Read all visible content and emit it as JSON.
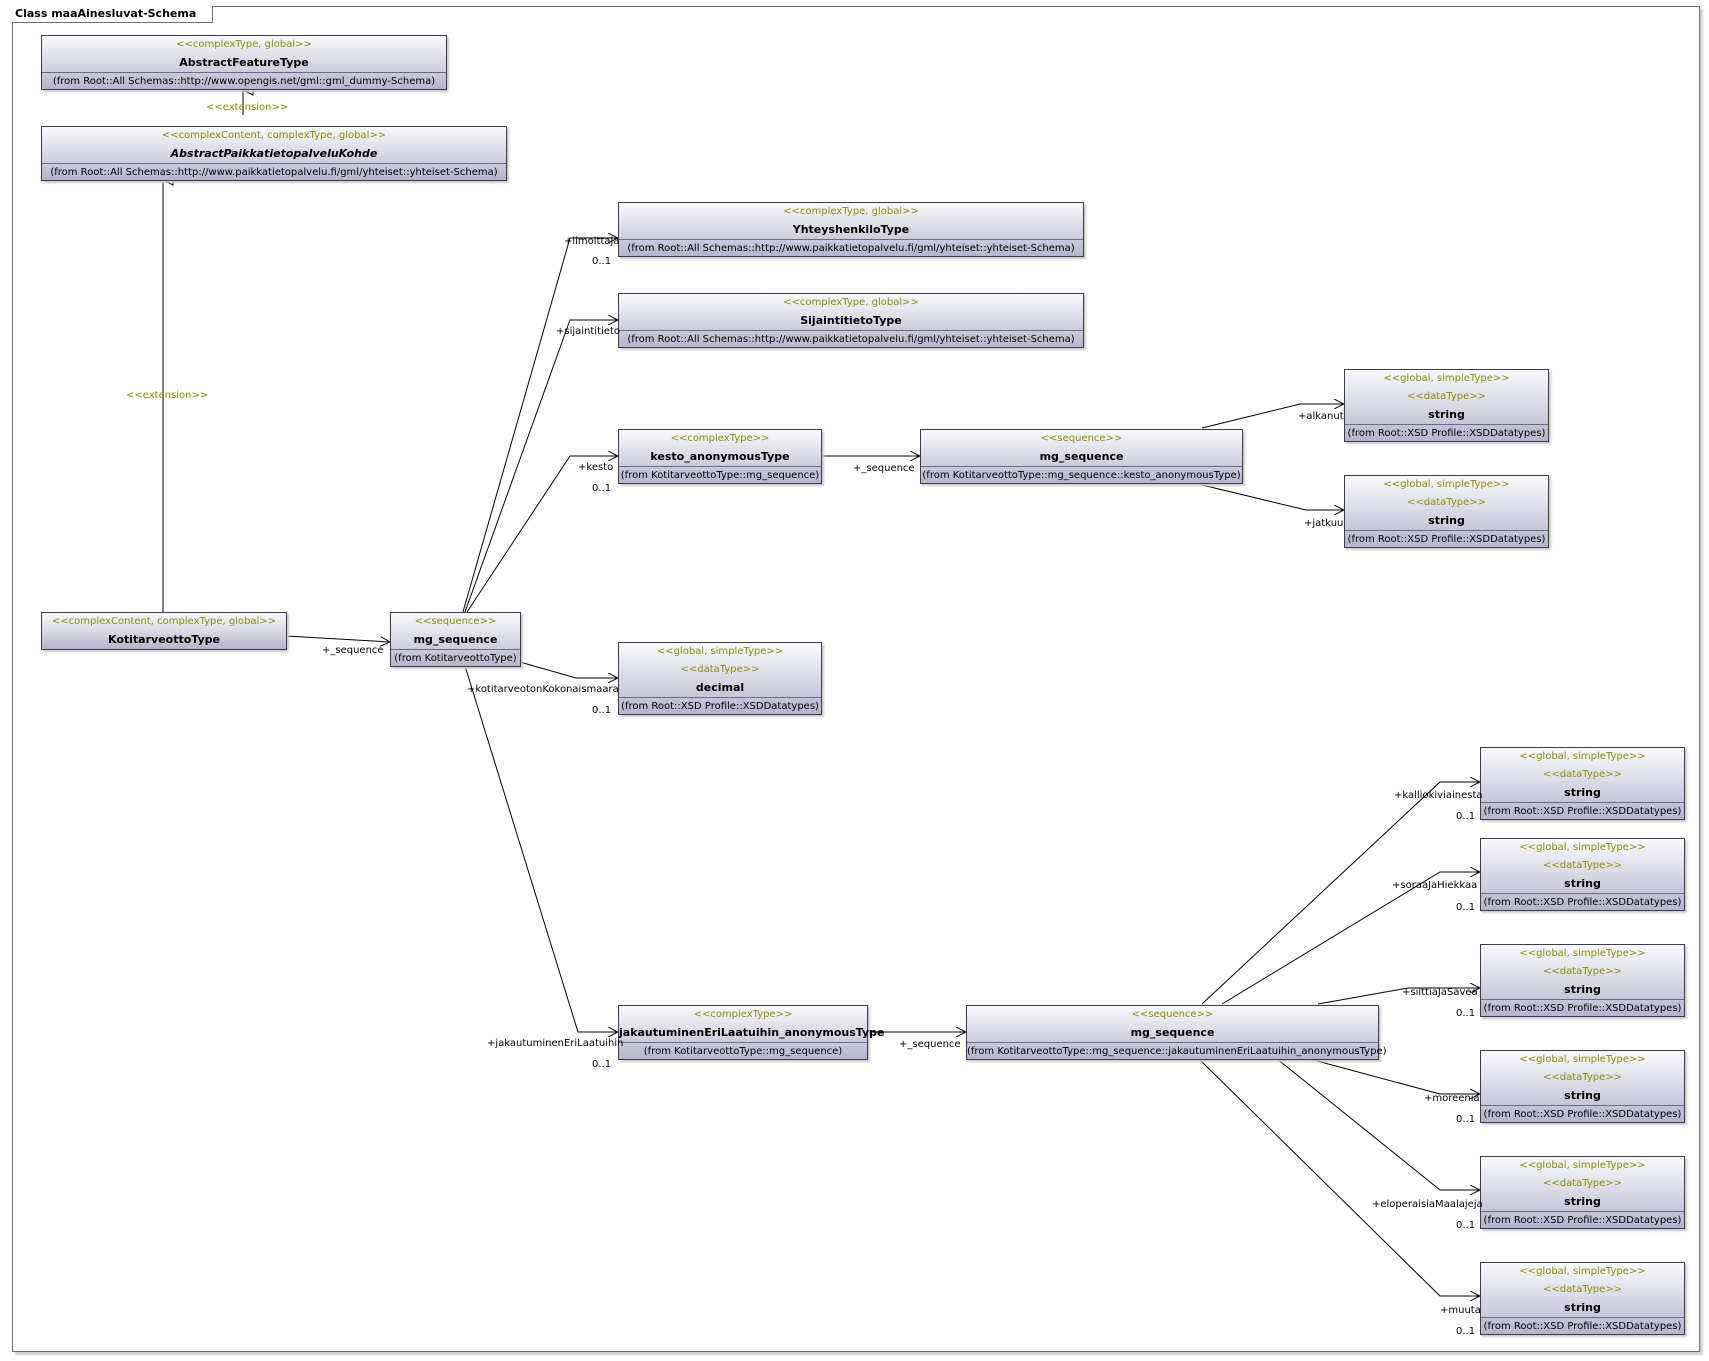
{
  "diagram_title": "Class maaAinesluvat-Schema",
  "classes": {
    "abstract_feature": {
      "stereotypes": [
        "<<complexType, global>>"
      ],
      "name": "AbstractFeatureType",
      "from": "(from Root::All Schemas::http://www.opengis.net/gml::gml_dummy-Schema)"
    },
    "abstract_paikka": {
      "stereotypes": [
        "<<complexContent, complexType, global>>"
      ],
      "name": "AbstractPaikkatietopalveluKohde",
      "from": "(from Root::All Schemas::http://www.paikkatietopalvelu.fi/gml/yhteiset::yhteiset-Schema)"
    },
    "kotitarveotto": {
      "stereotypes": [
        "<<complexContent, complexType, global>>"
      ],
      "name": "KotitarveottoType",
      "from": ""
    },
    "mg_sequence_main": {
      "stereotypes": [
        "<<sequence>>"
      ],
      "name": "mg_sequence",
      "from": "(from KotitarveottoType)"
    },
    "yhteyshenkilo": {
      "stereotypes": [
        "<<complexType, global>>"
      ],
      "name": "YhteyshenkiloType",
      "from": "(from Root::All Schemas::http://www.paikkatietopalvelu.fi/gml/yhteiset::yhteiset-Schema)"
    },
    "sijaintitieto": {
      "stereotypes": [
        "<<complexType, global>>"
      ],
      "name": "SijaintitietoType",
      "from": "(from Root::All Schemas::http://www.paikkatietopalvelu.fi/gml/yhteiset::yhteiset-Schema)"
    },
    "kesto_anon": {
      "stereotypes": [
        "<<complexType>>"
      ],
      "name": "kesto_anonymousType",
      "from": "(from KotitarveottoType::mg_sequence)"
    },
    "mg_sequence_kesto": {
      "stereotypes": [
        "<<sequence>>"
      ],
      "name": "mg_sequence",
      "from": "(from KotitarveottoType::mg_sequence::kesto_anonymousType)"
    },
    "string_alkanut": {
      "stereotypes": [
        "<<global, simpleType>>",
        "<<dataType>>"
      ],
      "name": "string",
      "from": "(from Root::XSD Profile::XSDDatatypes)"
    },
    "string_jatkuu": {
      "stereotypes": [
        "<<global, simpleType>>",
        "<<dataType>>"
      ],
      "name": "string",
      "from": "(from Root::XSD Profile::XSDDatatypes)"
    },
    "decimal": {
      "stereotypes": [
        "<<global, simpleType>>",
        "<<dataType>>"
      ],
      "name": "decimal",
      "from": "(from Root::XSD Profile::XSDDatatypes)"
    },
    "jakautuminen_anon": {
      "stereotypes": [
        "<<complexType>>"
      ],
      "name": "jakautuminenEriLaatuihin_anonymousType",
      "from": "(from KotitarveottoType::mg_sequence)"
    },
    "mg_sequence_jak": {
      "stereotypes": [
        "<<sequence>>"
      ],
      "name": "mg_sequence",
      "from": "(from KotitarveottoType::mg_sequence::jakautuminenEriLaatuihin_anonymousType)"
    },
    "string_kallio": {
      "stereotypes": [
        "<<global, simpleType>>",
        "<<dataType>>"
      ],
      "name": "string",
      "from": "(from Root::XSD Profile::XSDDatatypes)"
    },
    "string_soraa": {
      "stereotypes": [
        "<<global, simpleType>>",
        "<<dataType>>"
      ],
      "name": "string",
      "from": "(from Root::XSD Profile::XSDDatatypes)"
    },
    "string_silttia": {
      "stereotypes": [
        "<<global, simpleType>>",
        "<<dataType>>"
      ],
      "name": "string",
      "from": "(from Root::XSD Profile::XSDDatatypes)"
    },
    "string_moreenia": {
      "stereotypes": [
        "<<global, simpleType>>",
        "<<dataType>>"
      ],
      "name": "string",
      "from": "(from Root::XSD Profile::XSDDatatypes)"
    },
    "string_eloper": {
      "stereotypes": [
        "<<global, simpleType>>",
        "<<dataType>>"
      ],
      "name": "string",
      "from": "(from Root::XSD Profile::XSDDatatypes)"
    },
    "string_muuta": {
      "stereotypes": [
        "<<global, simpleType>>",
        "<<dataType>>"
      ],
      "name": "string",
      "from": "(from Root::XSD Profile::XSDDatatypes)"
    }
  },
  "labels": {
    "ext1": "<<extension>>",
    "ext2": "<<extension>>",
    "seq_main": "+_sequence",
    "ilmoittaja": "+ilmoittaja",
    "ilmoittaja_mult": "0..1",
    "sijaintitieto": "+sijaintitieto",
    "kesto": "+kesto",
    "kesto_mult": "0..1",
    "seq_kesto": "+_sequence",
    "alkanut": "+alkanut",
    "jatkuu": "+jatkuu",
    "kokonaismaara": "+kotitarveotonKokonaismaara",
    "kokonaismaara_mult": "0..1",
    "jakautuminen": "+jakautuminenEriLaatuihin",
    "jakautuminen_mult": "0..1",
    "seq_jak": "+_sequence",
    "kalliokiviainesta": "+kalliokiviainesta",
    "kalliokiviainesta_mult": "0..1",
    "soraaJaHiekkaa": "+soraaJaHiekkaa",
    "soraaJaHiekkaa_mult": "0..1",
    "silttiaJaSavea": "+silttiaJaSavea",
    "silttiaJaSavea_mult": "0..1",
    "moreenia": "+moreenia",
    "moreenia_mult": "0..1",
    "eloperaisiaMaalajeja": "+eloperaisiaMaalajeja",
    "eloperaisiaMaalajeja_mult": "0..1",
    "muuta": "+muuta",
    "muuta_mult": "0..1"
  }
}
